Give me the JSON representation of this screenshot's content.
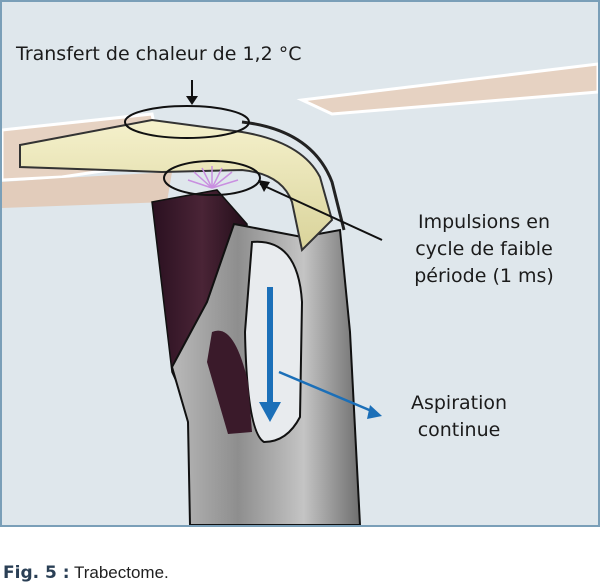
{
  "labels": {
    "heat_transfer": "Transfert de chaleur de 1,2 °C",
    "pulses": [
      "Impulsions en",
      "cycle de faible",
      "période (1 ms)"
    ],
    "aspiration": [
      "Aspiration",
      "continue"
    ]
  },
  "caption": {
    "figure_number": "Fig. 5 :",
    "text": " Trabectome."
  },
  "colors": {
    "background": "#dfe7ec",
    "frame": "#7a9fb8",
    "tissue": "#e6d2c2",
    "footplate": "#ece7b4",
    "probe": "#9a9a9a",
    "dark_interior": "#3a1a2a",
    "arrow_blue": "#1b6fb8",
    "spark": "#c98fe0"
  }
}
